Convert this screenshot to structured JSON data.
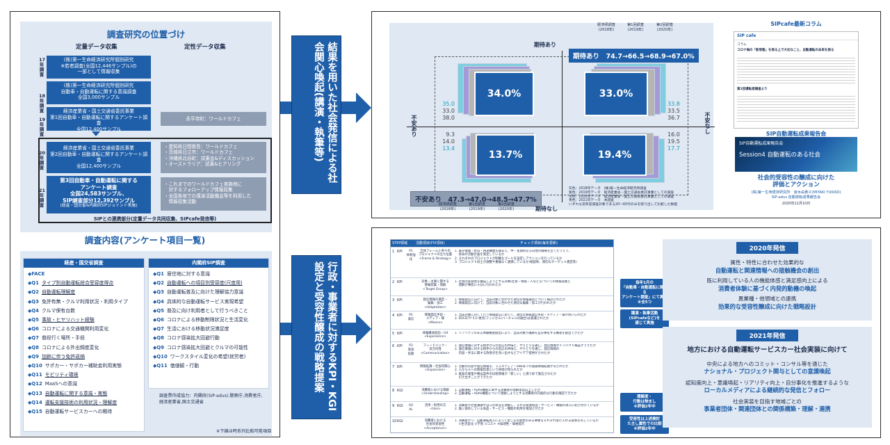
{
  "left": {
    "top_title": "調査研究の位置づけ",
    "col_quant": "定量データ収集",
    "col_qual": "定性データ収集",
    "years": [
      "17年調査",
      "18年調査",
      "19年調査",
      "20年調査",
      "21年調査"
    ],
    "box17": "(株)第一生命経済研究所個別研究\n※若者調査(全国12,446サンプル)の\n一部として情報収集",
    "box18": "(株)第一生命経済研究所個別研究\n自動車・自動運転に関する意識調査\n全国3,000サンプル",
    "box19": "経済産業省・国土交通省委託事業\n第1回自動車・自動運転に関するアンケート調査\n全国12,400サンプル",
    "box19_qual": "永平寺町：ワールドカフェ",
    "box20": "経済産業省・国土交通省委託事業\n第2回自動車・自動運転に関するアンケート調査\n全国12,400サンプル",
    "box20_qual": "・愛知県日間賀島：ワールドカフェ\n・茨城県日立市：ワールドカフェ\n・沖縄県北谷町：試乗会&ディスカッション\n・オーストラリア：試乗&ヒアリング",
    "box21": "第3回自動車・自動運転に関する\nアンケート調査\n全国24,583サンプル、\nSIP調査部分12,392サンプル",
    "box21_sub": "(経産・国交省&内閣府SIPジョイント実施)",
    "box21_qual": "・これまでのワールドカフェ実施地に\n　対するフォローアップ情報収集\n・全国各地での講演活動機会等を利用した\n　情報収集活動",
    "sip_note": "SIPとの連携部分(定量データ共同収集、SIPcafe発信等)",
    "list_title": "調査内容(アンケート項目一覧)",
    "list_left_header": "経産・国交省調査",
    "list_right_header": "内閣府SIP調査",
    "list_left": [
      {
        "q": "◆FACE",
        "t": "",
        "u": false
      },
      {
        "q": "◆Q1",
        "t": "タイプ別自動運転総合受容度得点",
        "u": true
      },
      {
        "q": "◆Q2",
        "t": "自動運転理解度",
        "u": true
      },
      {
        "q": "◆Q3",
        "t": "免許有無・クルマ利用状況・利用タイプ",
        "u": false
      },
      {
        "q": "◆Q4",
        "t": "クルマ保有台数",
        "u": false
      },
      {
        "q": "◆Q5",
        "t": "事故・ヒヤリハット経験",
        "u": true
      },
      {
        "q": "◆Q6",
        "t": "コロナによる交通機関利用変化",
        "u": false
      },
      {
        "q": "◆Q7",
        "t": "普段行く場所・手段",
        "u": false
      },
      {
        "q": "◆Q8",
        "t": "コロナによる外出頻度変化",
        "u": false
      },
      {
        "q": "◆Q9",
        "t": "加齢に伴う免許返納",
        "u": true
      },
      {
        "q": "◆Q10",
        "t": "サポカー・サポカー補助金利用実態",
        "u": false
      },
      {
        "q": "◆Q11",
        "t": "モビリティ環境",
        "u": true
      },
      {
        "q": "◆Q12",
        "t": "MaaSへの意識",
        "u": false
      },
      {
        "q": "◆Q13",
        "t": "自動運転に関する意識・実態",
        "u": true
      },
      {
        "q": "◆Q14",
        "t": "運転支援技術の利用状況・理解度",
        "u": true
      },
      {
        "q": "◆Q15",
        "t": "自動運転サービスカーへの期待",
        "u": false
      }
    ],
    "list_right": [
      {
        "q": "◆Q1",
        "t": "居住地に対する意識",
        "u": false
      },
      {
        "q": "◆Q2",
        "t": "自動運転への項目別受容度(尺度用)",
        "u": true
      },
      {
        "q": "◆Q3",
        "t": "自動運転普及に向けた理解協力意識",
        "u": false
      },
      {
        "q": "◆Q4",
        "t": "具体的な自動運転サービス実現希望",
        "u": false
      },
      {
        "q": "◆Q5",
        "t": "普及に向け利用者として行うべきこと",
        "u": false
      },
      {
        "q": "◆Q6",
        "t": "コロナによる移動制限状況と生活変化",
        "u": false
      },
      {
        "q": "◆Q7",
        "t": "生活における移動状況満足度",
        "u": false
      },
      {
        "q": "◆Q8",
        "t": "コロナ感染拡大回避行動",
        "u": false
      },
      {
        "q": "◆Q9",
        "t": "コロナ感染拡大回避とクルマの可能性",
        "u": false
      },
      {
        "q": "◆Q10",
        "t": "ワークスタイル変化の希望(就労者)",
        "u": false
      },
      {
        "q": "◆Q11",
        "t": "価値観・行動",
        "u": false
      }
    ],
    "coop_note": "調査票作成協力：内閣府(SIP-adus),警察庁,消費者庁,\n経済産業省,国土交通省",
    "underline_note": "※下線は時系列比較可能項目"
  },
  "captions": {
    "upper": "結果を用いた社会発信による社会関心喚起(講演・執筆等)",
    "lower": "行政・事業者に対するKPI・KGI設定と受容性醸成の戦略提案"
  },
  "quadrant": {
    "top_label": "期待あり",
    "bottom_label": "期待なし",
    "left_label": "不安あり",
    "right_label": "不安なし",
    "year_headers": [
      "経済研調査\n(2018年)",
      "第1回調査\n(2019年)",
      "第2回調査\n(2020年)"
    ],
    "expect_trend_label": "期待あり",
    "expect_trend": "74.7→66.5→68.9→67.0%",
    "anxiety_trend_label": "不安あり",
    "anxiety_trend": "47.3→47.0→48.5→47.7%",
    "q_tl": "34.0%",
    "q_tr": "33.0%",
    "q_bl": "13.7%",
    "q_br": "19.4%",
    "tl_nums": [
      "35.0",
      "33.0",
      "38.0"
    ],
    "tr_nums": [
      "33.8",
      "33.5",
      "36.7"
    ],
    "bl_nums": [
      "9.3",
      "14.0",
      "13.4"
    ],
    "br_nums": [
      "16.0",
      "19.5",
      "17.7"
    ],
    "legend": "灰色：2018年データ　(株)第一生命経済研究所調査\n紫色：2019年データ　経済産業省・国土交通省委託事業としての調査\n水色：2020年データ　経済産業省・国土交通省委託事業としての調査\n青色：2021年データ　本調査\nいずれも前年度調査対象である20〜60代のみを取り出して比較した数値",
    "colors": {
      "blue": "#1f5ea8",
      "gray": "#9a9a9a",
      "purple": "#a49ad6",
      "cyan": "#7ecde0",
      "legend_cyan": "#1a9fb8"
    }
  },
  "sipcafe": {
    "title": "SIPcafe最新コラム",
    "thumb_logo": "SIP cafe",
    "thumb_head": "コラム",
    "thumb_title": "コロナ禍の「新常態」を探る上で大切なこと、自動運転の未来を探る",
    "thumb_sub": "第1回運転者調査より",
    "report_title": "SIP自動運転成果報告会",
    "report_top": "SIP自動運転成果報告会",
    "report_session": "Session4  自動運転のある社会",
    "report_headline": "社会的受容性の醸成に向けた\n評価とアクション",
    "report_author": "(株)第一生命経済研究所　宮木由貴子(MIYAKI YUKIKO)\nSIP-adus 自動運転成果報告会",
    "report_date": "2020年11月10日"
  },
  "table": {
    "headers": [
      "STEP",
      "領域",
      "活動項目(FIX項目)",
      "チェック項目(毎年更新)"
    ],
    "rows": [
      {
        "no": "1",
        "kpi": "KPI",
        "area": "P1\n体制強化",
        "item": "全体フレームと各々の\nプロジェクトの立ち位置\n<Frame & Strategy>",
        "check": "1. 既存情報・状況・将来構想を踏まえ、中・長期的な方向性の戦略を立てたうえで、\n    各局の活動計画を策定しているか\n2. それぞれのプロジェクトが明確なゴールを設定しアクションを行っているか\n3. プロジェクト同士が調整や重複なく連携しているか(相談体、適切なターゲット選定等)"
      },
      {
        "no": "2",
        "kpi": "KPI",
        "area": "",
        "item": "対象・主要に関する\n情報収集・理解\n<Target Group>",
        "check": "1. 社会的受容性を醸成しようとする対象(社会・地域・人など)についての情報収集と\n    理解が事前に十分に行われたか"
      },
      {
        "no": "3",
        "kpi": "KPI",
        "area": "",
        "item": "発信情報の選定・\n編集・加工\n<Adaptation>",
        "check": "1. 情報発信に向けて、当該対象に合わせた適切な情報選定について検討されたか\n2. 情報発信に向けて、当該対象に合わせた適切な編集・加工が行われたか"
      },
      {
        "no": "4",
        "kpi": "KPI",
        "area": "P2\n発信",
        "item": "情報発信手段・\nメディア・場\n<Means>",
        "check": "1. 当該対象に対して行う情報発信において、適切な情報発信手段・メディア・場が用いられたか\n2. SOCIETY 5.0 視点(フィジカル/バーチャルの融合)は意識されたか"
      },
      {
        "no": "5",
        "kpi": "KPI",
        "area": "",
        "item": "体験機会創出・UX\n<Experience>",
        "check": "1. リアリティのある体験機会創出により、当該対象が課題を自分事化する機会を創出できたか"
      },
      {
        "no": "6",
        "kpi": "KPI",
        "area": "P3\n受容\n拡散",
        "item": "フィードバック・\n双方向性\n<Communication>",
        "check": "1. 発信情報に対する相手からの反応の吟味と、やりとりを通じ、発信情報がインパクト検証ができたか\n2. 発信情報に対する相手からの反応の吟味と、やりとりを通じ、発信情報の\n    内容・手法に関する改善点を見い出すなどアイデア提供がされたか"
      },
      {
        "no": "7",
        "kpi": "KPI",
        "area": "",
        "item": "情報拡散・社会的関心\n<Expansion>",
        "check": "1. 活動の内容や発信情報を、マスメディア・SNS等での発展情報拡散がなされたか\n2. 人から人への情報伝達という評価が得られたか\n3. 既知の施策や類似案件の比較情報が「新しい」と誘う形で発信されたか\n    引き出すことができたか"
      },
      {
        "no": "8",
        "kpi": "KGI",
        "area": "",
        "item": "消費者における理解\n<Understanding>",
        "check": "1. 自動運転・ADAS機能に関する消費者の理解度は向上したか\n2. 自動運転・ADAS機能について理解しようとする消費者の内発的な行動を確認できたか"
      },
      {
        "no": "9",
        "kpi": "KGI",
        "area": "G0\nAL",
        "item": "活用・利用の方\n<Use>",
        "check": "1. 消費者が社会課題や自らの状況を理解し、それを関連商品・サービス・機能の導入に結び付けているか\n2. 既に保有している商品・サービス・機能の利用を増加させたか"
      },
      {
        "no": "10",
        "kpi": "KGI",
        "area": "",
        "item": "消費者における\n社会的受容性\n<Acceptance>",
        "check": "1. 消費者がリ、自動運転導入によって生じる可能性のある事象をそれぞれ受け入れる姿勢を有しているか\n    ①生活変化 ②学習 ③コスト ④倫理性・価格提示"
      }
    ],
    "pill1": "毎年1月の\n「自動車・自動運転に関する\nアンケート調査」にて実施\n※全5つ",
    "pill2": "講演・執筆活動\n(SIPcafeなど)を\n通じて実施",
    "pill3": "理解度・\n行動は物まし\n※評価2年中",
    "pill4": "受容性は上述検討\nた主し属性での比較\n※評価2年中"
  },
  "comm2020": {
    "heading": "2020年発信",
    "p1": "属性・特性に合わせた効果的な",
    "p1e": "自動運転と関連情報への接触機会の創出",
    "p2": "既に利用している人の機能体感と満足感向上による",
    "p2e": "消費者体験に基づく内発的動機の喚起",
    "p3": "異業種・他領域との連携",
    "p3e": "効果的な受容性醸成に向けた戦略設計"
  },
  "comm2021": {
    "heading": "2021年発信",
    "title": "地方における自動運転サービスカー社会実装に向けて",
    "p1": "中央による地方へのコミット・コンサル等を通じた",
    "p1e": "ナショナル・プロジェクト関与としての意識喚起",
    "p2": "認知度向上・意識喚起・リアリティ向上・自分事化を推進するような",
    "p2e": "ローカルメディアによる継続的な発信とフォロー",
    "p3": "社会実装を目指す地域ごとの",
    "p3e": "事業者団体・関連団体との関係構築・理解・連携"
  }
}
